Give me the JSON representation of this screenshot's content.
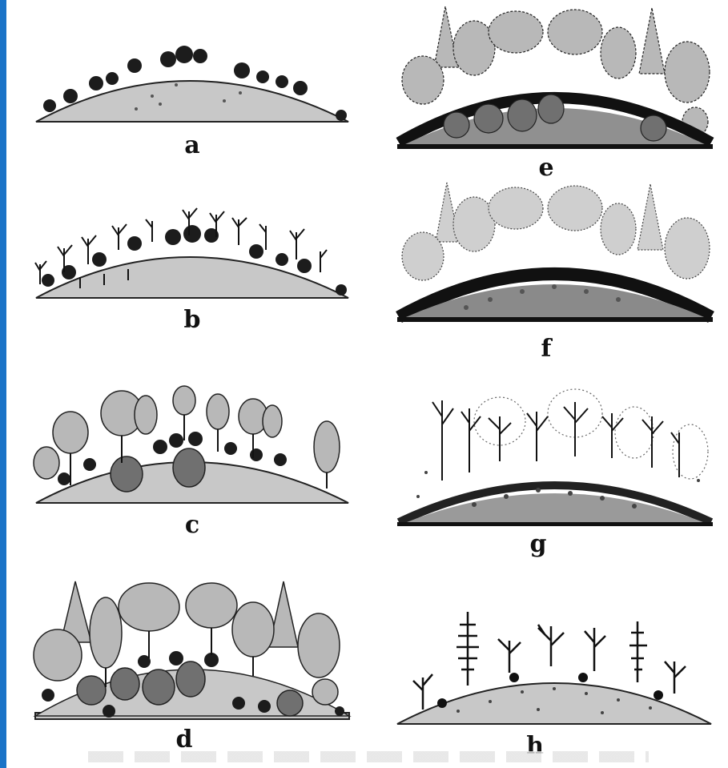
{
  "panels": [
    {
      "id": "a",
      "label": "a"
    },
    {
      "id": "b",
      "label": "b"
    },
    {
      "id": "c",
      "label": "c"
    },
    {
      "id": "d",
      "label": "d"
    },
    {
      "id": "e",
      "label": "e"
    },
    {
      "id": "f",
      "label": "f"
    },
    {
      "id": "g",
      "label": "g"
    },
    {
      "id": "h",
      "label": "h"
    }
  ],
  "colors": {
    "ground": "#c8c8c8",
    "canopy": "#b8b8b8",
    "shrub_dark": "#1c1c1c",
    "shrub_mid": "#707070",
    "outline": "#222222",
    "side_bar": "#1a73c7"
  }
}
